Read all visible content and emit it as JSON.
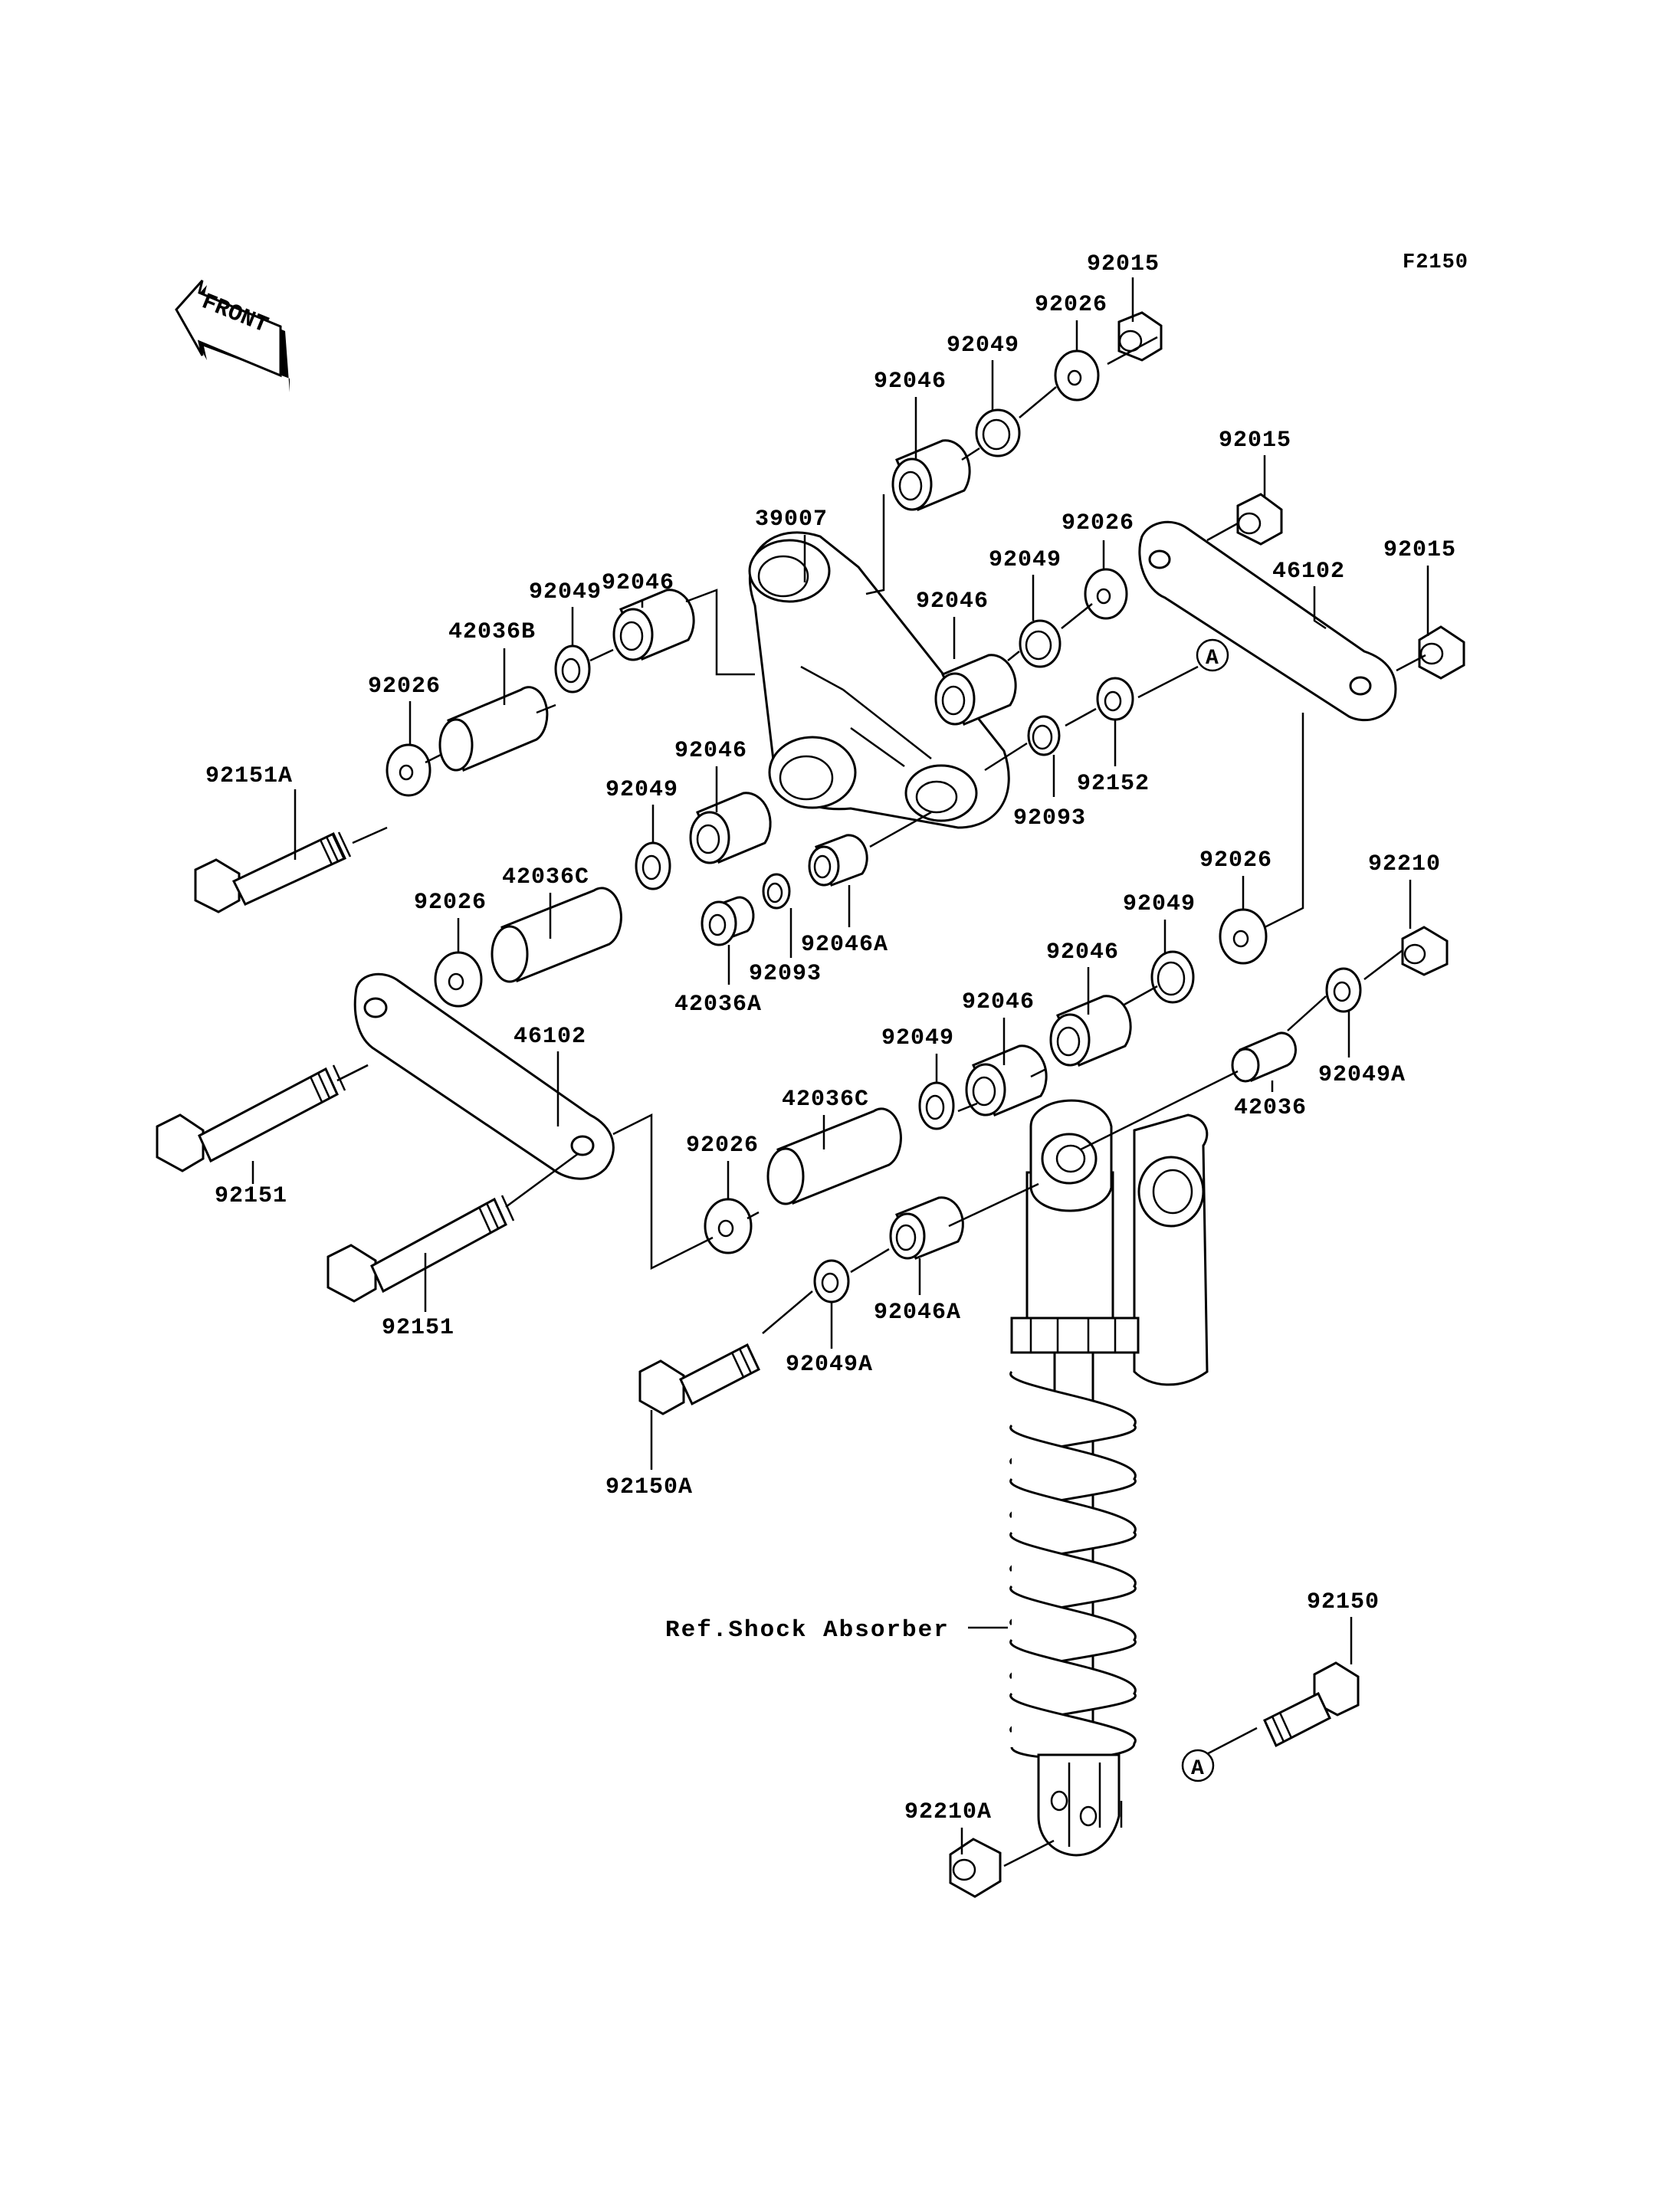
{
  "diagram": {
    "code": "F2150",
    "front_label": "FRONT",
    "ref_label": "Ref.Shock Absorber",
    "marker_a": "A"
  },
  "parts": [
    {
      "id": "p1",
      "label": "92015"
    },
    {
      "id": "p2",
      "label": "92026"
    },
    {
      "id": "p3",
      "label": "92049"
    },
    {
      "id": "p4",
      "label": "92046"
    },
    {
      "id": "p5",
      "label": "92015"
    },
    {
      "id": "p6",
      "label": "39007"
    },
    {
      "id": "p7",
      "label": "92026"
    },
    {
      "id": "p8",
      "label": "92015"
    },
    {
      "id": "p9",
      "label": "92046"
    },
    {
      "id": "p10",
      "label": "92049"
    },
    {
      "id": "p11",
      "label": "46102"
    },
    {
      "id": "p12",
      "label": "92049"
    },
    {
      "id": "p13",
      "label": "92046"
    },
    {
      "id": "p14",
      "label": "42036B"
    },
    {
      "id": "p15",
      "label": "92026"
    },
    {
      "id": "p16",
      "label": "92151A"
    },
    {
      "id": "p17",
      "label": "92152"
    },
    {
      "id": "p18",
      "label": "92093"
    },
    {
      "id": "p19",
      "label": "92046"
    },
    {
      "id": "p20",
      "label": "92049"
    },
    {
      "id": "p21",
      "label": "42036C"
    },
    {
      "id": "p22",
      "label": "92026"
    },
    {
      "id": "p23",
      "label": "92026"
    },
    {
      "id": "p24",
      "label": "92210"
    },
    {
      "id": "p25",
      "label": "92049"
    },
    {
      "id": "p26",
      "label": "92046A"
    },
    {
      "id": "p27",
      "label": "92093"
    },
    {
      "id": "p28",
      "label": "42036A"
    },
    {
      "id": "p29",
      "label": "92046"
    },
    {
      "id": "p30",
      "label": "92046"
    },
    {
      "id": "p31",
      "label": "46102"
    },
    {
      "id": "p32",
      "label": "92049"
    },
    {
      "id": "p33",
      "label": "42036C"
    },
    {
      "id": "p34",
      "label": "92049A"
    },
    {
      "id": "p35",
      "label": "42036"
    },
    {
      "id": "p36",
      "label": "92026"
    },
    {
      "id": "p37",
      "label": "92151"
    },
    {
      "id": "p38",
      "label": "92151"
    },
    {
      "id": "p39",
      "label": "92046A"
    },
    {
      "id": "p40",
      "label": "92049A"
    },
    {
      "id": "p41",
      "label": "92150A"
    },
    {
      "id": "p42",
      "label": "92150"
    },
    {
      "id": "p43",
      "label": "92210A"
    }
  ]
}
